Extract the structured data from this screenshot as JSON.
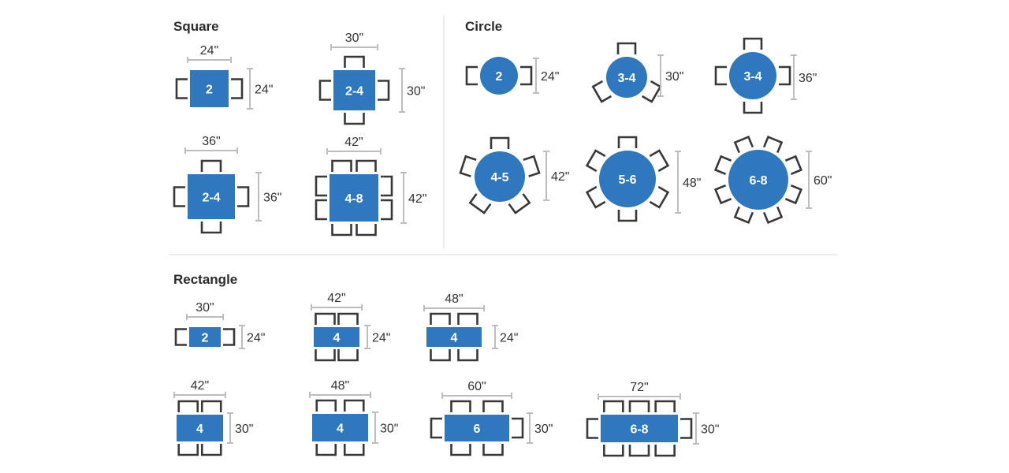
{
  "colors": {
    "table": "#2f78bd",
    "chair": "#383838",
    "dimension_line": "#bdbdbd",
    "text": "#333333"
  },
  "sections": [
    {
      "title": "Square",
      "tables": [
        {
          "seats": "2",
          "width": "24\"",
          "depth": "24\""
        },
        {
          "seats": "2-4",
          "width": "30\"",
          "depth": "30\""
        },
        {
          "seats": "2-4",
          "width": "36\"",
          "depth": "36\""
        },
        {
          "seats": "4-8",
          "width": "42\"",
          "depth": "42\""
        }
      ]
    },
    {
      "title": "Circle",
      "tables": [
        {
          "seats": "2",
          "diameter": "24\""
        },
        {
          "seats": "3-4",
          "diameter": "30\""
        },
        {
          "seats": "3-4",
          "diameter": "36\""
        },
        {
          "seats": "4-5",
          "diameter": "42\""
        },
        {
          "seats": "5-6",
          "diameter": "48\""
        },
        {
          "seats": "6-8",
          "diameter": "60\""
        }
      ]
    },
    {
      "title": "Rectangle",
      "tables": [
        {
          "seats": "2",
          "width": "30\"",
          "depth": "24\""
        },
        {
          "seats": "4",
          "width": "42\"",
          "depth": "24\""
        },
        {
          "seats": "4",
          "width": "48\"",
          "depth": "24\""
        },
        {
          "seats": "4",
          "width": "42\"",
          "depth": "30\""
        },
        {
          "seats": "4",
          "width": "48\"",
          "depth": "30\""
        },
        {
          "seats": "6",
          "width": "60\"",
          "depth": "30\""
        },
        {
          "seats": "6-8",
          "width": "72\"",
          "depth": "30\""
        }
      ]
    }
  ]
}
